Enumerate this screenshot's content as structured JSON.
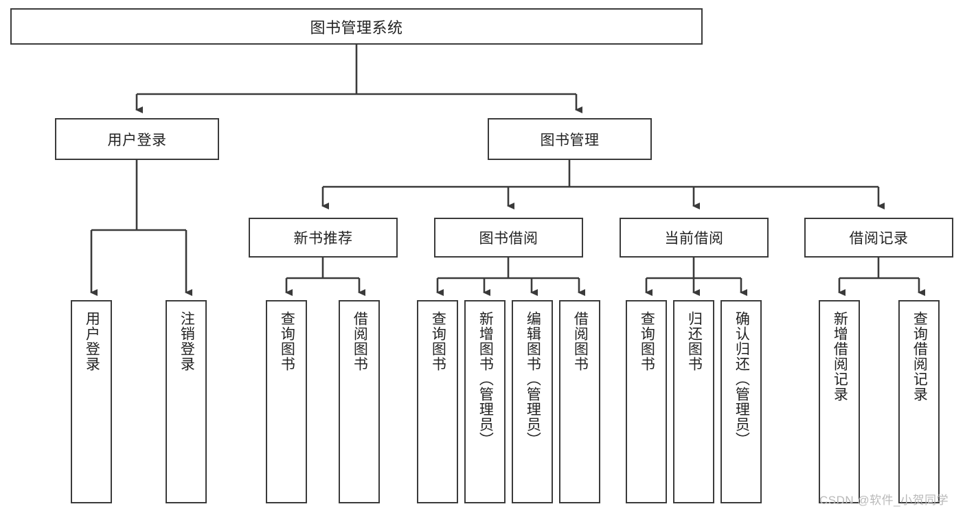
{
  "diagram": {
    "type": "hierarchy-tree",
    "title": "图书管理系统",
    "root": {
      "label": "图书管理系统"
    },
    "level2": [
      {
        "label": "用户登录"
      },
      {
        "label": "图书管理"
      }
    ],
    "level3": [
      {
        "label": "新书推荐"
      },
      {
        "label": "图书借阅"
      },
      {
        "label": "当前借阅"
      },
      {
        "label": "借阅记录"
      }
    ],
    "leaves": {
      "user_login": [
        {
          "label": "用户登录"
        },
        {
          "label": "注销登录"
        }
      ],
      "new_book_recommend": [
        {
          "label": "查询图书"
        },
        {
          "label": "借阅图书"
        }
      ],
      "book_borrow": [
        {
          "label": "查询图书"
        },
        {
          "label": "新增图书（管理员）"
        },
        {
          "label": "编辑图书（管理员）"
        },
        {
          "label": "借阅图书"
        }
      ],
      "current_borrow": [
        {
          "label": "查询图书"
        },
        {
          "label": "归还图书"
        },
        {
          "label": "确认归还（管理员）"
        }
      ],
      "borrow_record": [
        {
          "label": "新增借阅记录"
        },
        {
          "label": "查询借阅记录"
        }
      ]
    }
  },
  "watermark": {
    "text": "CSDN @软件_小贺同学"
  },
  "colors": {
    "border": "#3a3a3a",
    "text": "#222222",
    "background": "#ffffff",
    "watermark": "#b9b9b9"
  }
}
